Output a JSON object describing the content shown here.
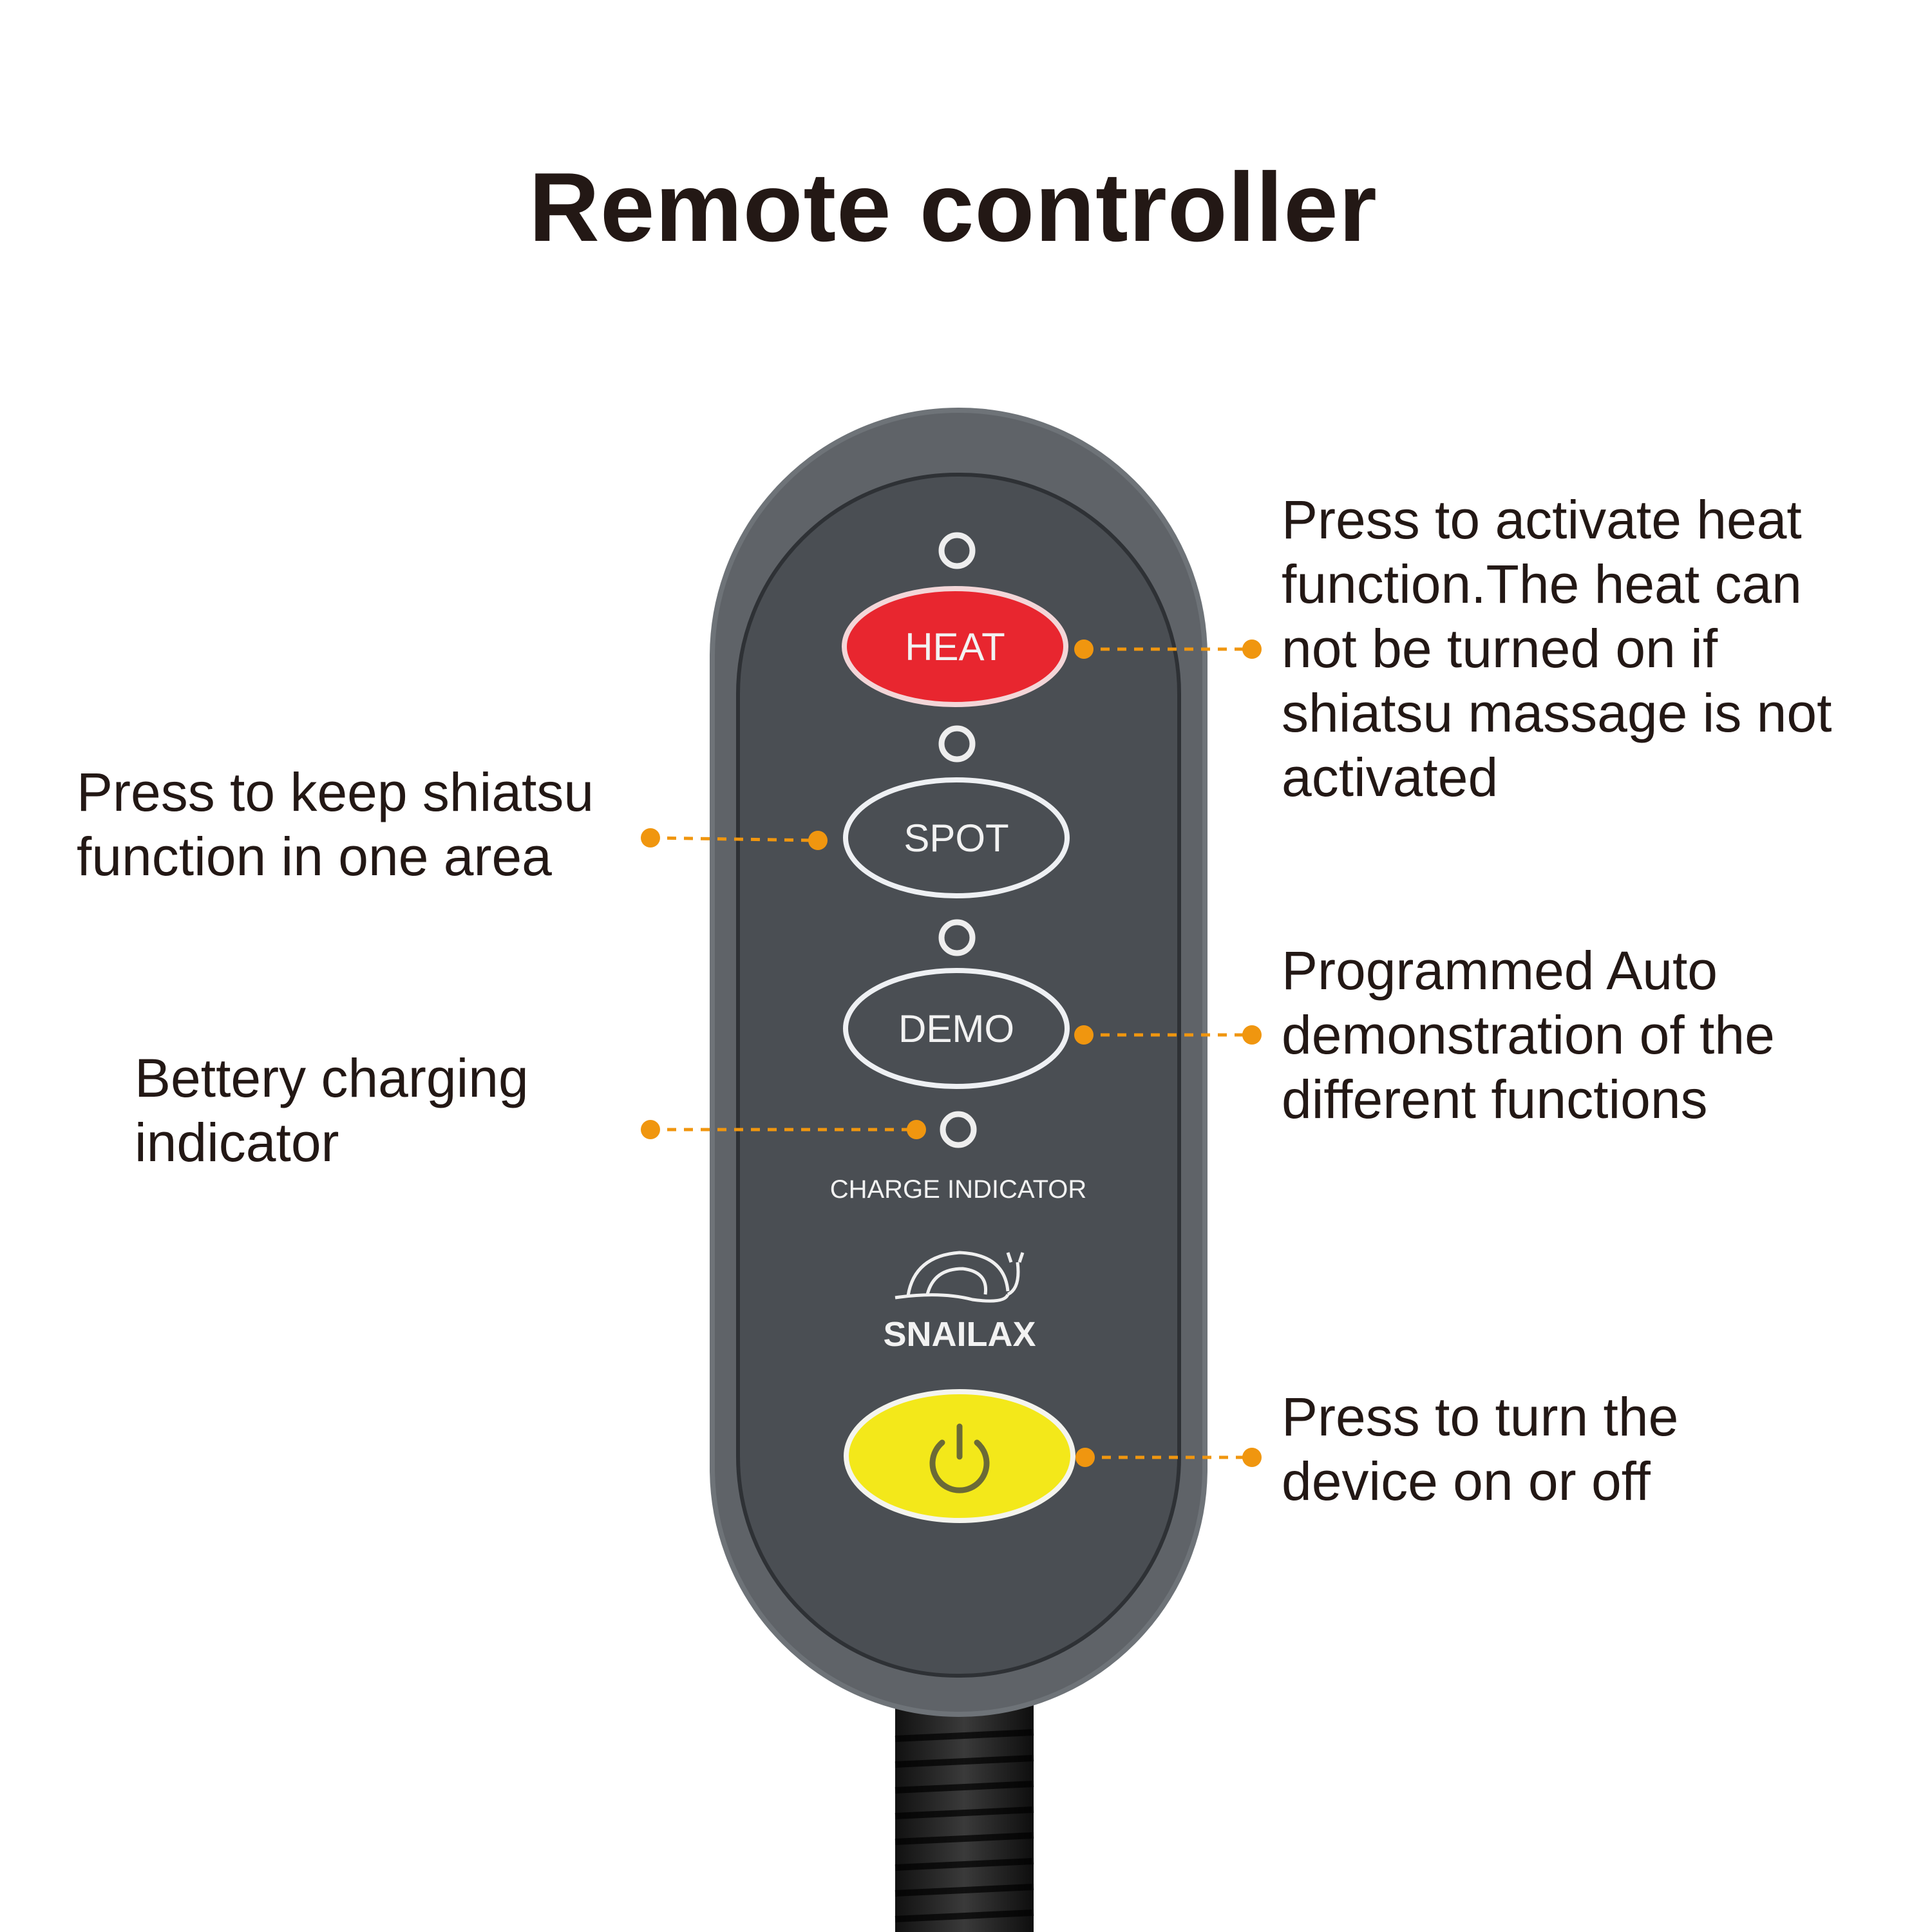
{
  "title": "Remote controller",
  "remote": {
    "buttons": {
      "heat": "HEAT",
      "spot": "SPOT",
      "demo": "DEMO",
      "power_icon": "power-icon"
    },
    "charge_label": "CHARGE INDICATOR",
    "brand": "SNAILAX",
    "colors": {
      "heat": "#e8262f",
      "power": "#f3e81a",
      "body": "#5d6166",
      "face": "#474b50"
    }
  },
  "annotations": {
    "heat": [
      "Press to activate heat",
      "function.The heat can",
      "not be turned on if",
      "shiatsu massage is not",
      "activated"
    ],
    "spot": [
      "Press to keep shiatsu",
      "function in one area"
    ],
    "demo": [
      "Programmed Auto",
      "demonstration of the",
      "different functions"
    ],
    "charge": [
      "Bettery charging",
      "indicator"
    ],
    "power": [
      "Press to turn the",
      "device on or off"
    ],
    "leader_color": "#f0960f"
  }
}
